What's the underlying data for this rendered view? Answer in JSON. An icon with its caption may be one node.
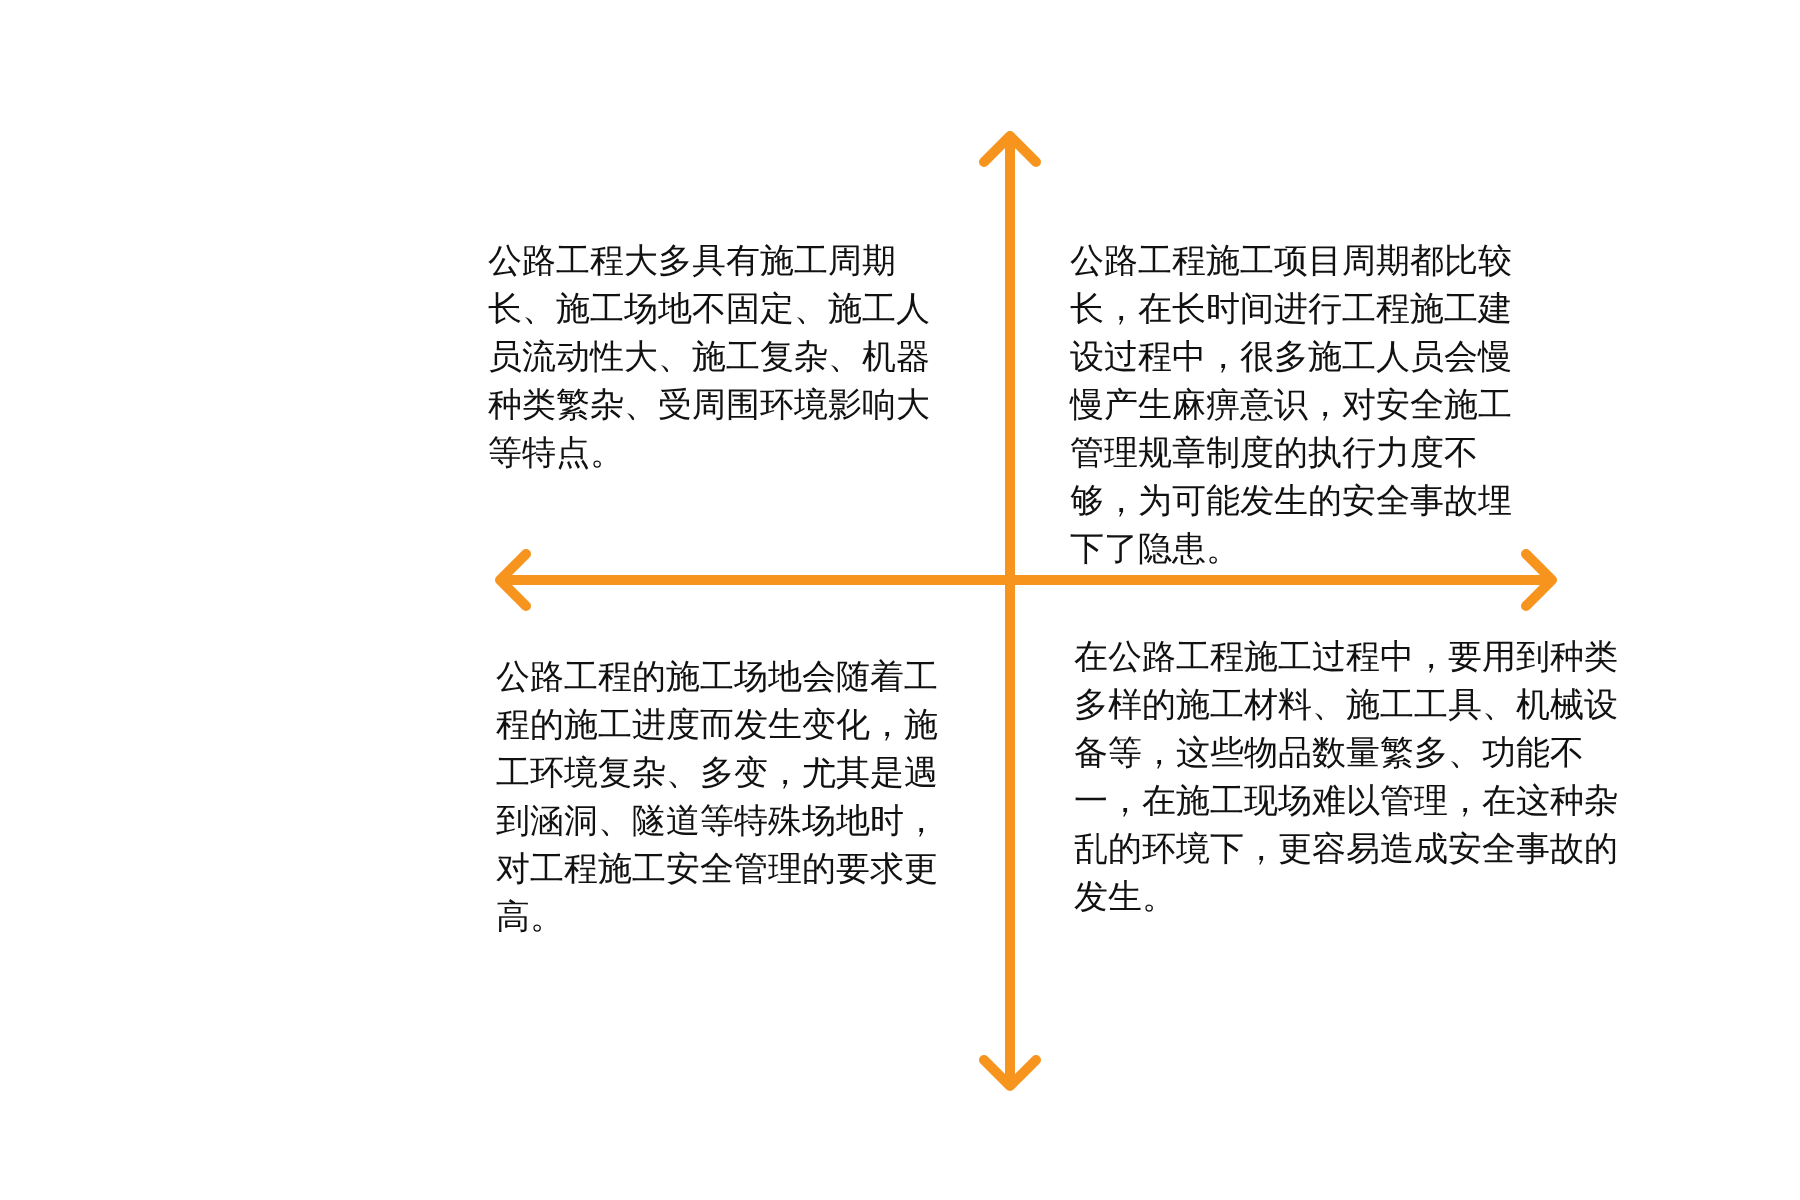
{
  "diagram": {
    "labels": [
      "公路工程大多具有施工周期长、施工场地不固定、施工人员流动性大、施工复杂、机器种类繁杂、受周围环境影响大等特点。",
      "公路工程施工项目周期都比较长，在长时间进行工程施工建设过程中，很多施工人员会慢慢产生麻痹意识，对安全施工管理规章制度的执行力度不够，为可能发生的安全事故埋下了隐患。",
      "公路工程的施工场地会随着工程的施工进度而发生变化，施工环境复杂、多变，尤其是遇到涵洞、隧道等特殊场地时，对工程施工安全管理的要求更高。",
      "在公路工程施工过程中，要用到种类多样的施工材料、施工工具、机械设备等，这些物品数量繁多、功能不一，在施工现场难以管理，在这种杂乱的环境下，更容易造成安全事故的发生。"
    ]
  }
}
